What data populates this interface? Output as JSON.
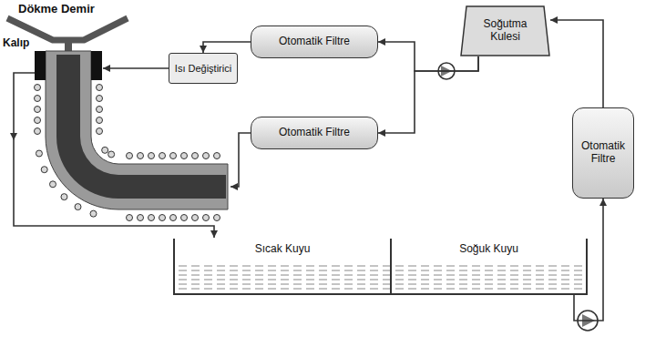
{
  "diagram": {
    "nodes": [
      {
        "text": [
          "Isı Değiştirici"
        ]
      },
      {
        "text": [
          "Otomatik Filtre"
        ]
      },
      {
        "text": [
          "Otomatik Filtre"
        ]
      },
      {
        "text": [
          "Soğutma Kulesi"
        ]
      },
      {
        "text": [
          "Otomatik Filtre"
        ]
      },
      {
        "text": [
          "Sıcak Kuyu"
        ]
      },
      {
        "text": [
          "Soğuk Kuyu"
        ]
      }
    ],
    "edges": [
      {
        "from": 3,
        "to": 1,
        "arrow": "to"
      },
      {
        "from": 3,
        "to": 2,
        "arrow": "to"
      },
      {
        "from": 1,
        "to": 0,
        "arrow": "to"
      },
      {
        "from": 6,
        "to": 4,
        "arrow": "to"
      },
      {
        "from": 4,
        "to": 3,
        "arrow": "to"
      }
    ],
    "labels": [
      "Dökme Demir",
      "Kalıp"
    ]
  }
}
